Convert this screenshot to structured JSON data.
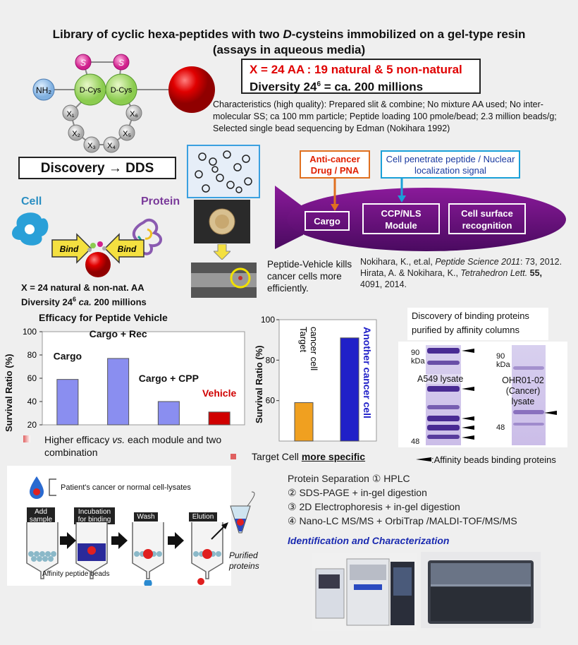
{
  "title": {
    "line1_a": "Library of cyclic hexa-peptides with two ",
    "line1_italic": "D",
    "line1_b": "-cysteins immobilized on a gel-type resin",
    "line2": "(assays in aqueous media)"
  },
  "aa_box": {
    "line1": "X = 24 AA : 19 natural & 5 non-natural",
    "line2_a": "Diversity 24",
    "line2_sup": "6",
    "line2_b": " = ca. 200 millions"
  },
  "characteristics": "Characteristics (high quality): Prepared slit & combine; No mixture AA used; No inter-molecular SS; ca 100 mm particle; Peptide loading 100 pmole/bead; 2.3 million  beads/g; Selected single bead sequencing by Edman  (Nokihara 1992)",
  "molecule": {
    "nh2": "NH₂",
    "s1": "S",
    "s2": "S",
    "dcys1": "D-Cys",
    "dcys2": "D-Cys",
    "x1": "X₁",
    "x2": "X₂",
    "x3": "X₃",
    "x4": "X₄",
    "x5": "X₅",
    "x6": "X₆"
  },
  "discovery_box": "Discovery → DDS",
  "bind_section": {
    "cell_label": "Cell",
    "protein_label": "Protein",
    "bind1": "Bind",
    "bind2": "Bind",
    "caption1": "X = 24 natural & non-nat. AA",
    "caption2_a": "Diversity 24",
    "caption2_sup": "6",
    "caption2_italic": "ca.",
    "caption2_b": " 200 millions"
  },
  "vehicle": {
    "anticancer": "Anti-cancer Drug / PNA",
    "ccp_signal": "Cell penetrate peptide / Nuclear localization signal",
    "cargo": "Cargo",
    "ccp_module": "CCP/NLS Module",
    "surface": "Cell surface recognition"
  },
  "peptide_vehicle_text": "Peptide-Vehicle kills cancer cells more efficiently.",
  "refs": {
    "r1_a": "Nokihara, K., et.al, ",
    "r1_italic": "Peptide Science 2011",
    "r1_b": ": 73, 2012.",
    "r2_a": "Hirata, A. & Nokihara, K., ",
    "r2_italic": "Tetrahedron Lett.",
    "r2_bold": "55,",
    "r2_b": " 4091, 2014."
  },
  "chart_data": [
    {
      "type": "bar",
      "title": "Efficacy for Peptide Vehicle",
      "ylabel": "Survival Ratio (%)",
      "ylim": [
        20,
        100
      ],
      "yticks": [
        "100",
        "80",
        "60",
        "40",
        "20"
      ],
      "categories": [
        "Cargo",
        "Cargo + Rec",
        "Cargo + CPP",
        "Vehicle"
      ],
      "values": [
        59,
        77,
        40,
        31
      ],
      "colors": [
        "#8a8ef0",
        "#8a8ef0",
        "#8a8ef0",
        "#d00000"
      ]
    },
    {
      "type": "bar",
      "ylabel": "Survival Ratio (%)",
      "ylim": [
        40,
        100
      ],
      "yticks": [
        "100",
        "80",
        "60"
      ],
      "categories": [
        "Target cancer cell",
        "Another cancer cell"
      ],
      "values": [
        59,
        91
      ],
      "colors": [
        "#f0a020",
        "#2020c8"
      ]
    }
  ],
  "chart_notes": {
    "note1_a": "Higher efficacy ",
    "note1_italic": "vs.",
    "note1_b": " each module and two combination",
    "note2_a": "Target Cell ",
    "note2_b": "more specific"
  },
  "gels": {
    "title": "Discovery of binding proteins purified by affinity columns",
    "marker90": "90",
    "kda": "kDa",
    "marker48": "48",
    "lane1": "A549 lysate",
    "lane2": "OHR01-02 (Cancer) lysate",
    "legend": ":Affinity beads binding proteins"
  },
  "protocol": {
    "lysate_label": "Patient's cancer or normal cell-lysates",
    "step1": "Add sample",
    "step2": "Incubation for binding",
    "step3": "Wash",
    "step4": "Elution",
    "beads_label": "Affinity peptide beads",
    "purified": "Purified proteins"
  },
  "separation": {
    "l1": "Protein Separation  ① HPLC",
    "l2": "② SDS-PAGE + in-gel digestion",
    "l3": "③ 2D Electrophoresis + in-gel digestion",
    "l4": "④ Nano-LC MS/MS + OrbiTrap /MALDI-TOF/MS/MS",
    "ident": "Identification and Characterization"
  }
}
